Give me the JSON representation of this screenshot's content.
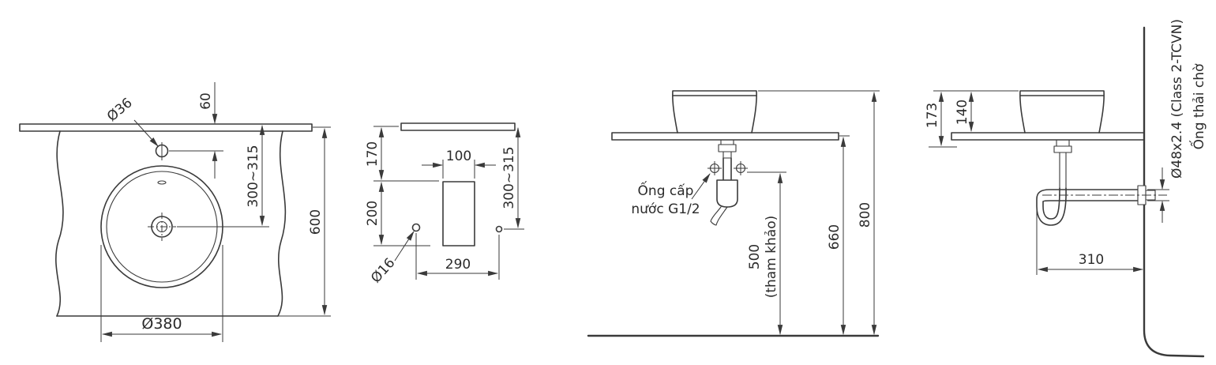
{
  "colors": {
    "line": "#3a3a3a",
    "background": "#ffffff"
  },
  "top_view": {
    "faucet_hole_dia": "Ø36",
    "hole_setback": "60",
    "center_range": "300~315",
    "height": "600",
    "basin_dia": "Ø380"
  },
  "profile_view": {
    "dim_170": "170",
    "dim_200": "200",
    "dim_100": "100",
    "hole_dia": "Ø16",
    "dim_290": "290",
    "center_range": "300~315"
  },
  "front_view": {
    "supply_label_1": "Ống cấp",
    "supply_label_2": "nước G1/2",
    "dim_500": "500",
    "dim_500_note": "(tham khảo)",
    "dim_660": "660",
    "dim_800": "800"
  },
  "side_view": {
    "dim_173": "173",
    "dim_140": "140",
    "dim_310": "310",
    "waste_spec": "Ø48x2.4 (Class 2-TCVN)",
    "waste_stub": "Ống thải chờ"
  }
}
